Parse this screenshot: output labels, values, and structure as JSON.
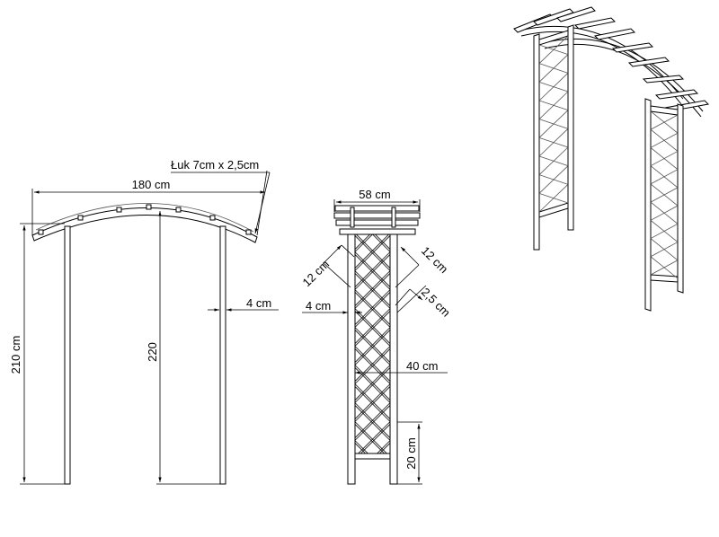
{
  "labels": {
    "arc_profile": "Łuk 7cm x 2,5cm",
    "overall_width": "180 cm",
    "height_side": "210 cm",
    "height_total": "220",
    "post_width": "4 cm",
    "depth": "58 cm",
    "lattice_left": "12 cm",
    "lattice_right": "12 cm",
    "slat": "2,5 cm",
    "post_side": "4 cm",
    "panel_width": "40 cm",
    "foot": "20 cm"
  }
}
